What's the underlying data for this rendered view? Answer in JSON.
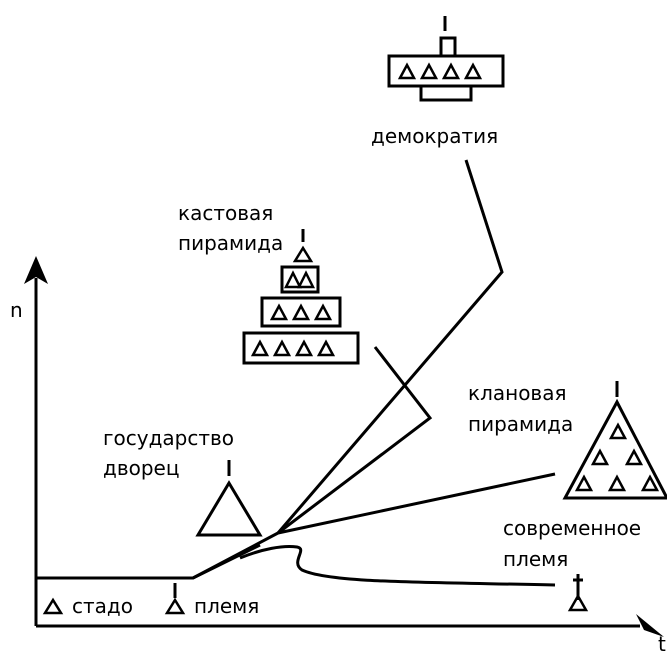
{
  "axes": {
    "y_label": "n",
    "x_label": "t"
  },
  "labels": {
    "democracy": "демократия",
    "caste_line1": "кастовая",
    "caste_line2": "пирамида",
    "state_line1": "государство",
    "state_line2": "дворец",
    "clan_line1": "клановая",
    "clan_line2": "пирамида",
    "modern_line1": "современное",
    "modern_line2": "племя",
    "herd": "стадо",
    "tribe": "племя"
  }
}
